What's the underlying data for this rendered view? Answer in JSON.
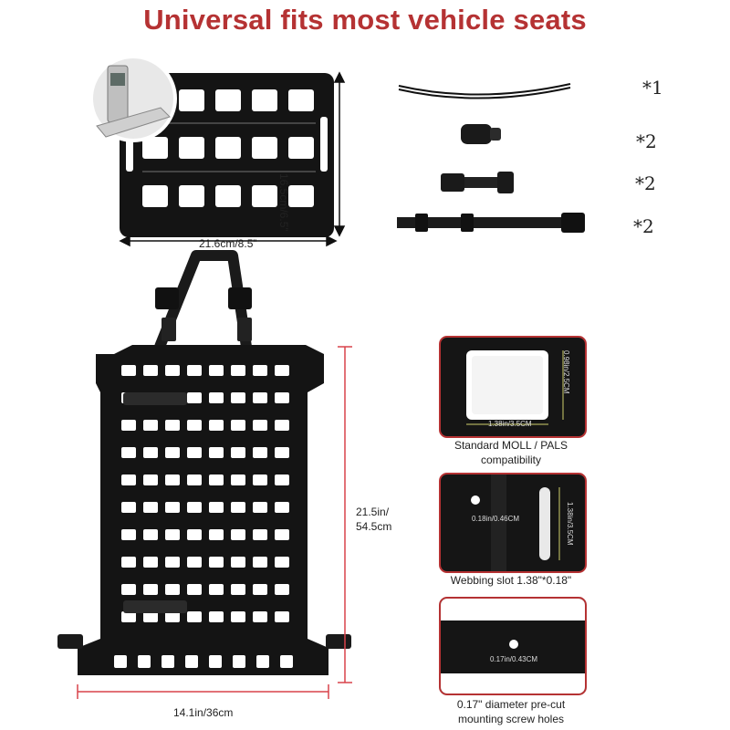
{
  "title": "Universal fits most vehicle seats",
  "small_panel": {
    "width_label": "21.6cm/8.5”",
    "height_label": "16.5cm/6.5”"
  },
  "accessories": [
    {
      "name": "bungee cord",
      "qty": "*1"
    },
    {
      "name": "cord lock",
      "qty": "*2"
    },
    {
      "name": "buckle strap",
      "qty": "*2"
    },
    {
      "name": "adjustable strap",
      "qty": "*2"
    }
  ],
  "large_panel": {
    "height_label_line1": "21.5in/",
    "height_label_line2": "54.5cm",
    "width_label": "14.1in/36cm"
  },
  "details": [
    {
      "inner_h": "1.38in/3.5CM",
      "inner_v": "0.98in/2.5CM",
      "caption_line1": "Standard MOLL / PALS",
      "caption_line2": "compatibility"
    },
    {
      "inner_a": "0.18in/0.46CM",
      "inner_b": "1.38in/3.5CM",
      "caption_line1": "Webbing slot 1.38\"*0.18\"",
      "caption_line2": ""
    },
    {
      "inner_a": "0.17in/0.43CM",
      "caption_line1": "0.17\" diameter pre-cut",
      "caption_line2": "mounting screw holes"
    }
  ],
  "colors": {
    "accent": "#b53233",
    "panel": "#151515",
    "dim_line": "#d9424a"
  }
}
